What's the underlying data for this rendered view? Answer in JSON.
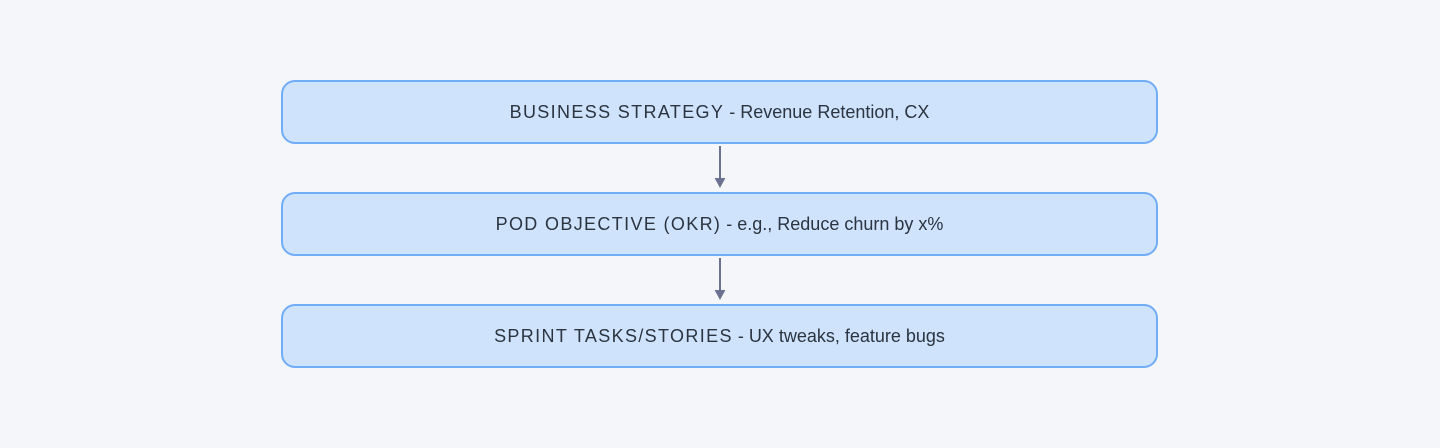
{
  "diagram": {
    "type": "vertical-flow",
    "background_color": "#f4f6fa",
    "node_fill_color": "#cfe3fd",
    "node_border_color": "#72aef7",
    "node_text_color": "#2b3440",
    "arrow_color": "#6b7290",
    "nodes": [
      {
        "id": "business-strategy",
        "key": "BUSINESS STRATEGY",
        "separator": " - ",
        "description": "Revenue Retention, CX",
        "full_text": "BUSINESS STRATEGY - Revenue Retention, CX"
      },
      {
        "id": "pod-objective",
        "key": "POD OBJECTIVE (OKR)",
        "separator": " - ",
        "description": "e.g., Reduce churn by x%",
        "full_text": "POD OBJECTIVE (OKR) - e.g., Reduce churn by x%"
      },
      {
        "id": "sprint-tasks",
        "key": "SPRINT TASKS/STORIES",
        "separator": " - ",
        "description": "UX tweaks, feature bugs",
        "full_text": "SPRINT TASKS/STORIES - UX tweaks, feature bugs"
      }
    ],
    "connectors": [
      {
        "id": "arrow-1",
        "from": "business-strategy",
        "to": "pod-objective",
        "icon": "arrow-down-icon"
      },
      {
        "id": "arrow-2",
        "from": "pod-objective",
        "to": "sprint-tasks",
        "icon": "arrow-down-icon"
      }
    ]
  }
}
